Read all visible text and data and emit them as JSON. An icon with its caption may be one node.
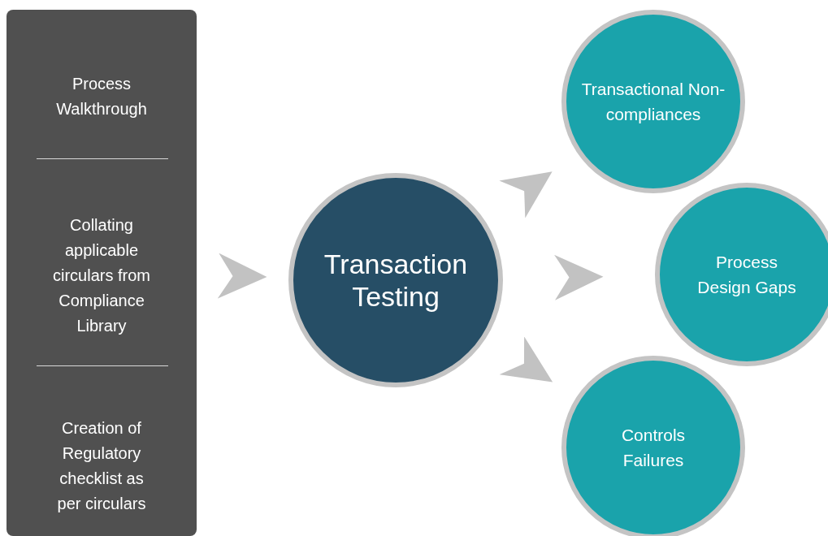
{
  "diagram": {
    "nodes": [
      {
        "text": [
          "Process Walkthrough",
          "Collating applicable circulars from Compliance Library",
          "Creation of Regulatory checklist as per circulars"
        ]
      },
      {
        "text": [
          "Transaction Testing"
        ]
      },
      {
        "text": [
          "Transactional Non-compliances"
        ]
      },
      {
        "text": [
          "Process Design Gaps"
        ]
      },
      {
        "text": [
          "Controls Failures"
        ]
      }
    ],
    "edges": [
      {
        "from": 0,
        "to": 1,
        "arrow": "to"
      },
      {
        "from": 1,
        "to": 2,
        "arrow": "to"
      },
      {
        "from": 1,
        "to": 3,
        "arrow": "to"
      },
      {
        "from": 1,
        "to": 4,
        "arrow": "to"
      }
    ]
  }
}
